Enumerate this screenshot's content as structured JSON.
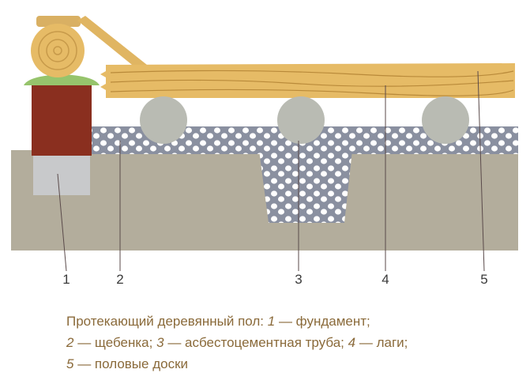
{
  "labels": [
    "1",
    "2",
    "3",
    "4",
    "5"
  ],
  "caption": {
    "line1_text": "Протекающий деревянный пол:",
    "line1_ref": "1",
    "line1_rest": "— фундамент;",
    "line2_ref_a": "2",
    "line2_text_a": "— щебенка;",
    "line2_ref_b": "3",
    "line2_text_b": "— асбестоцементная труба;",
    "line2_ref_c": "4",
    "line2_text_c": "— лаги;",
    "line3_ref": "5",
    "line3_text": "— половые доски"
  },
  "colors": {
    "soil": "#b3ad9c",
    "gravel_bed": "#8a90a0",
    "stone": "#ffffff",
    "pipe": "#b9bbb3",
    "wood": "#e6bb66",
    "wood_grain": "#b98a3a",
    "brick": "#8a2f1f",
    "foundation_block": "#c8c9cb",
    "waterproofing": "#96c46c",
    "caption_text": "#8a6a3a"
  }
}
